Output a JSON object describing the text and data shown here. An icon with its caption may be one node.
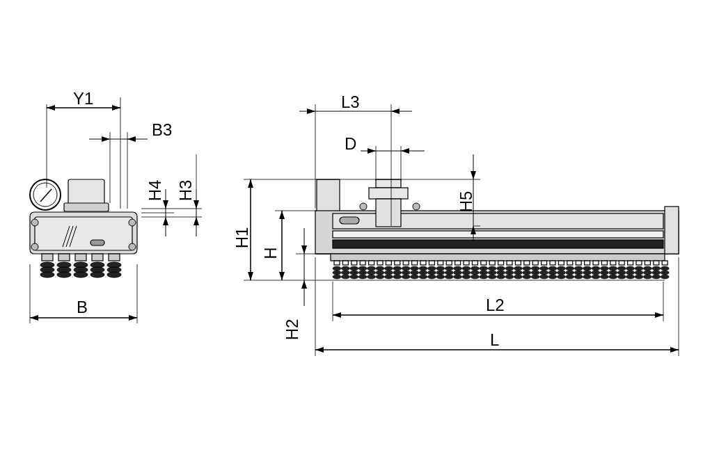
{
  "diagram": {
    "labels": [
      "Y1",
      "L3",
      "B3",
      "D",
      "H4",
      "H3",
      "H5",
      "H1",
      "H",
      "B",
      "H2",
      "L2",
      "L"
    ]
  }
}
